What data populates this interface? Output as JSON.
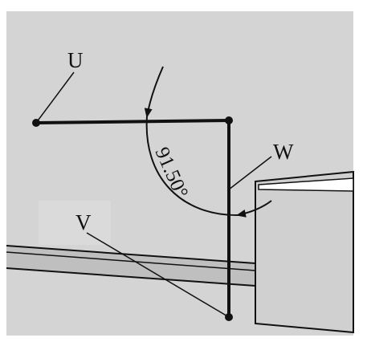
{
  "points": {
    "u": {
      "label": "U"
    },
    "v": {
      "label": "V"
    },
    "w": {
      "label": "W"
    }
  },
  "angle": {
    "label": "91.50°"
  },
  "colors": {
    "background": "#d4d4d4",
    "stroke": "#111111",
    "bar_fill": "#bfbfbf",
    "slot_fill": "#ffffff"
  }
}
